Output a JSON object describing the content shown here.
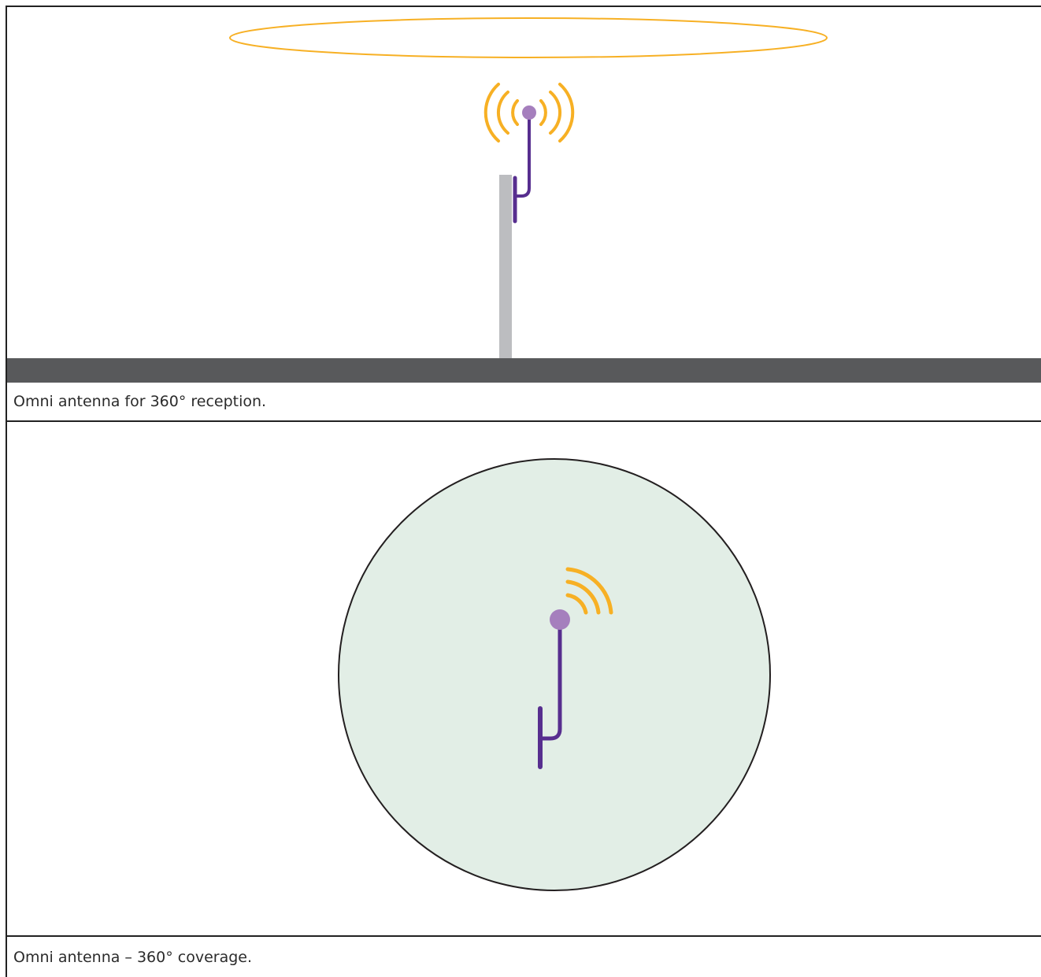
{
  "figures": [
    {
      "caption": "Omni antenna for 360° reception.",
      "colors": {
        "radiation_ring": "#f7b024",
        "signal_waves": "#f7b024",
        "antenna": "#572e8f",
        "antenna_tip": "#a57fbd",
        "mast": "#bcbdc0",
        "ground": "#58595b"
      },
      "icons": [
        "radiation-pattern-ring",
        "signal-waves-icon",
        "antenna-icon",
        "mast"
      ]
    },
    {
      "caption": "Omni antenna – 360° coverage.",
      "colors": {
        "coverage_area": "#e2eee6",
        "coverage_outline": "#231f20",
        "signal_waves": "#f7b024",
        "antenna": "#572e8f",
        "antenna_tip": "#a57fbd"
      },
      "icons": [
        "coverage-circle",
        "signal-waves-icon",
        "antenna-icon"
      ]
    }
  ]
}
